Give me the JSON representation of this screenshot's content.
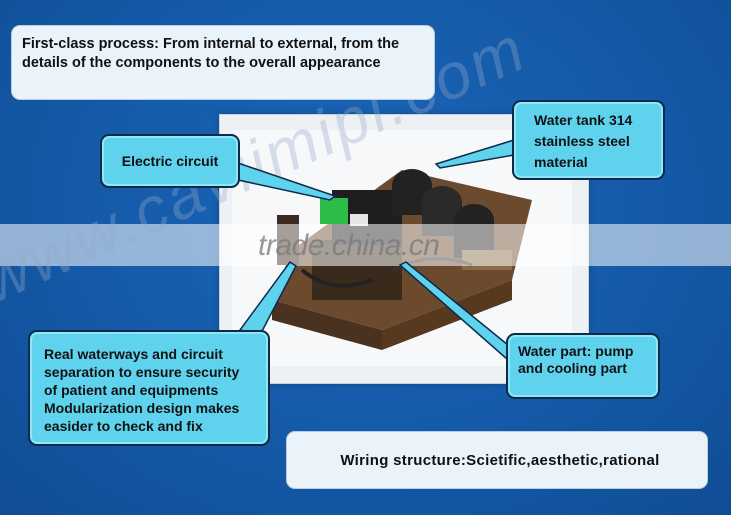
{
  "callouts": {
    "process": "First-class process: From internal to external, from the details of the components to the overall appearance",
    "electric": "Electric circuit",
    "water_tank": "Water tank 314 stainless steel material",
    "waterways": "Real waterways and circuit separation to ensure security of patient and equipments Modularization design makes easider to check and fix",
    "water_part": "Water part: pump and cooling part",
    "wiring": "Wiring structure:Scietific,aesthetic,rational"
  },
  "watermarks": {
    "trade": "trade.china.cn",
    "diagonal": "www.caviimipl.com"
  },
  "colors": {
    "background": "#1458a6",
    "callout_fill": "#5fd3ee",
    "callout_border": "#0c2a4a",
    "light_callout": "#eaf3fa"
  }
}
